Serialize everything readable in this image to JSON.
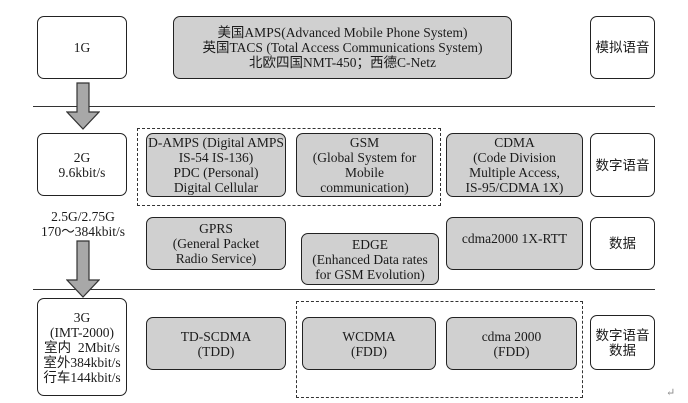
{
  "gen1": {
    "label": "1G",
    "systems": [
      "美国AMPS(Advanced Mobile Phone System)",
      "英国TACS (Total Access Communications System)",
      "北欧四国NMT-450；西德C-Netz"
    ],
    "service": "模拟语音"
  },
  "gen2": {
    "label": "2G",
    "rate": "9.6kbit/s",
    "damps": [
      "D-AMPS (Digital AMPS",
      "IS-54 IS-136)",
      "PDC (Personal)",
      "Digital Cellular"
    ],
    "gsm": [
      "GSM",
      "(Global System for",
      "Mobile",
      "communication)"
    ],
    "cdma": [
      "CDMA",
      "(Code Division",
      "Multiple Access,",
      "IS-95/CDMA 1X)"
    ],
    "service": "数字语音"
  },
  "gen25": {
    "label": "2.5G/2.75G",
    "rate": "170～384kbit/s",
    "gprs": [
      "GPRS",
      "(General Packet",
      "Radio Service)"
    ],
    "edge": [
      "EDGE",
      "(Enhanced Data rates",
      "for GSM Evolution)"
    ],
    "cdma2000_1x": "cdma2000 1X-RTT",
    "service": "数据"
  },
  "gen3": {
    "lines": [
      "3G",
      "(IMT-2000)",
      "室内  2Mbit/s",
      "室外384kbit/s",
      "行车144kbit/s"
    ],
    "tdscdma": [
      "TD-SCDMA",
      "(TDD)"
    ],
    "wcdma": [
      "WCDMA",
      "(FDD)"
    ],
    "cdma2000": [
      "cdma 2000",
      "(FDD)"
    ],
    "service": [
      "数字语音",
      "数据"
    ]
  },
  "return_mark": "↵"
}
